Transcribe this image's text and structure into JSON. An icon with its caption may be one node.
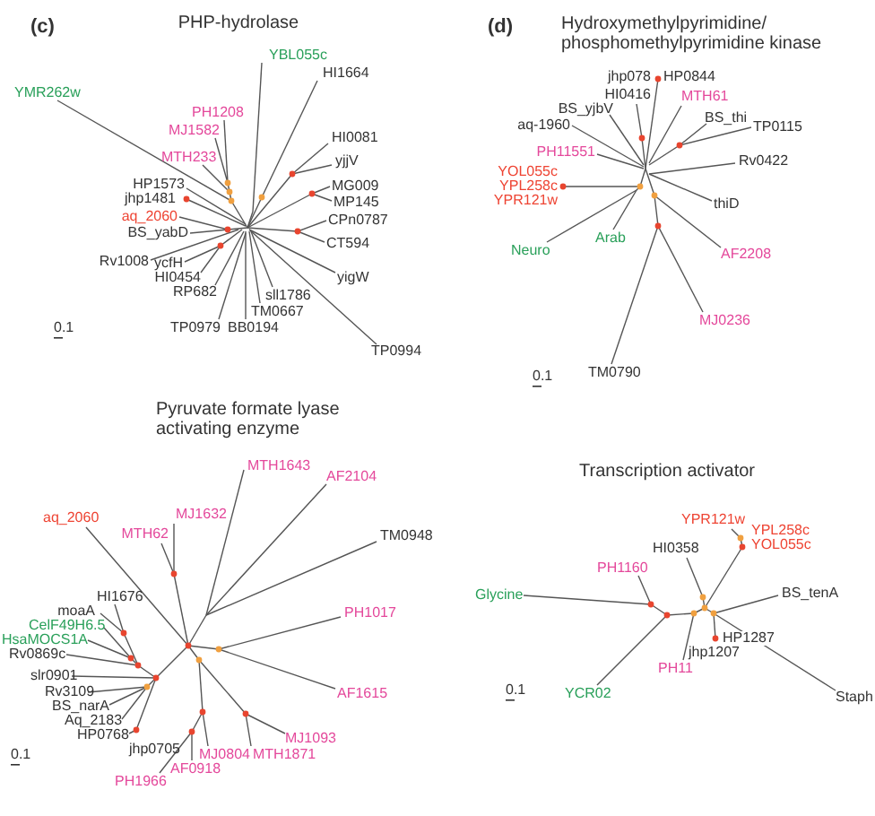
{
  "diagram": {
    "labels": [
      "(c)",
      "PHP-hydrolase",
      "YBL055c",
      "HI1664",
      "YMR262w",
      "PH1208",
      "MJ1582",
      "HI0081",
      "MTH233",
      "yjjV",
      "HP1573",
      "MG009",
      "jhp1481",
      "MP145",
      "aq_2060",
      "CPn0787",
      "BS_yabD",
      "CT594",
      "Rv1008",
      "ycfH",
      "HI0454",
      "yigW",
      "RP682",
      "sll1786",
      "TM0667",
      "0.1",
      "TP0979",
      "BB0194",
      "TP0994",
      "(d)",
      "Hydroxymethylpyrimidine/ phosphomethylpyrimidine kinase",
      "jhp078",
      "HP0844",
      "HI0416",
      "MTH61",
      "BS_yjbV",
      "BS_thi",
      "aq-1960",
      "TP0115",
      "PH11551",
      "Rv0422",
      "YOL055c",
      "YPL258c",
      "YPR121w",
      "thiD",
      "Arab",
      "Neuro",
      "AF2208",
      "MJ0236",
      "0.1",
      "TM0790",
      "Pyruvate formate lyase activating enzyme",
      "MTH1643",
      "AF2104",
      "aq_2060",
      "MJ1632",
      "MTH62",
      "TM0948",
      "HI1676",
      "moaA",
      "PH1017",
      "CelF49H6.5",
      "HsaMOCS1A",
      "Rv0869c",
      "slr0901",
      "Rv3109",
      "AF1615",
      "BS_narA",
      "Aq_2183",
      "HP0768",
      "MJ1093",
      "0.1",
      "jhp0705",
      "MJ0804",
      "MTH1871",
      "AF0918",
      "PH1966",
      "Transcription activator",
      "YPR121w",
      "YPL258c",
      "HI0358",
      "YOL055c",
      "PH1160",
      "Glycine",
      "BS_tenA",
      "HP1287",
      "jhp1207",
      "PH11",
      "0.1",
      "YCR02",
      "Staph"
    ]
  }
}
